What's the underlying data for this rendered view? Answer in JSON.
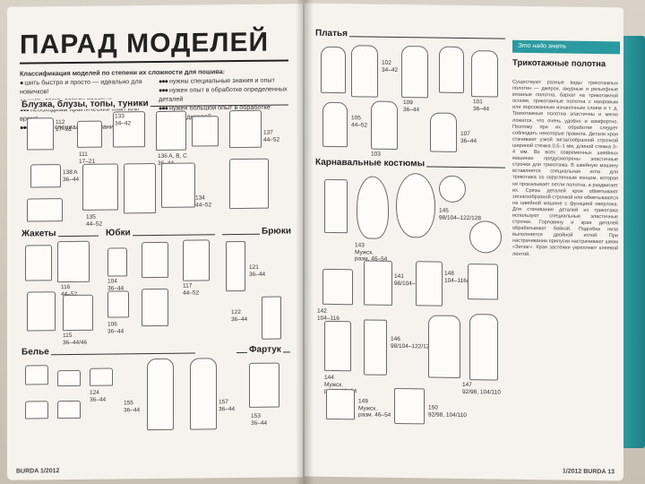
{
  "left_page": {
    "title": "ПАРАД МОДЕЛЕЙ",
    "legend": {
      "heading": "Классификация моделей по степени их сложности для пошива:",
      "items_left": [
        {
          "dots": "●",
          "text": "шить быстро и просто — идеально для новичков!"
        },
        {
          "dots": "●●",
          "text": "шить легко, детали простые"
        },
        {
          "dots": "●●●",
          "text": "необходимы практический опыт или время"
        },
        {
          "dots": "●●●●",
          "text": "нужны специальные знания"
        }
      ],
      "items_right": [
        {
          "dots": "●●●",
          "text": "нужны специальные знания и опыт"
        },
        {
          "dots": "●●●",
          "text": "нужен опыт в обработке определенных деталей"
        },
        {
          "dots": "●●●",
          "text": "нужен большой опыт в обработке сложных деталей"
        }
      ]
    },
    "sections": {
      "blouses": "Блузка, блузы, топы, туники",
      "jackets": "Жакеты",
      "skirts": "Юбки",
      "trousers": "Брюки",
      "lingerie": "Белье",
      "apron": "Фартук"
    },
    "labels": {
      "l1": "112\n17–21",
      "l2": "111\n17–21",
      "l3": "133\n34–42",
      "l4": "136 A, B, C\n36–44",
      "l5": "137\n44–52",
      "l6": "138 A\n36–44",
      "l7": "135\n44–52",
      "l8": "134\n44–52",
      "l9": "116\n44–52",
      "l10": "115\n36–44/46",
      "l11": "104\n36–44",
      "l12": "106\n36–44",
      "l13": "117\n44–52",
      "l14": "121\n36–44",
      "l15": "122\n36–44",
      "l16": "124\n36–44",
      "l17": "155\n36–44",
      "l18": "157\n36–44",
      "l19": "153\n36–44"
    },
    "footer": "BURDA 1/2012"
  },
  "right_page": {
    "sections": {
      "dresses": "Платья",
      "carnival": "Карнавальные костюмы"
    },
    "labels": {
      "r1": "102\n34–42",
      "r2": "105\n44–52",
      "r3": "103\n36–44",
      "r4": "109\n36–44",
      "r5": "101\n36–44",
      "r6": "107\n36–44",
      "r7": "143\nМужск.\nразм. 46–54",
      "r8": "145\n98/104–122/128",
      "r9": "141\n98/104–116/128",
      "r10": "148\n104–116/128",
      "r11": "142\n104–116",
      "r12": "144\nМужск.\nразм. 46–54",
      "r13": "146\n98/104–122/128",
      "r14": "147\n92/98, 104/110",
      "r15": "149\nМужск.\nразм. 46–54",
      "r16": "150\n92/98, 104/110"
    },
    "sidebar": {
      "banner": "Это надо знать",
      "heading": "Трикотажные полотна",
      "body": "Существуют разные виды трикотажных полотен — джерси, ажурные и рельефные вязаные полотна, бархат на трикотажной основе, трикотажные полотна с махровым или ворсованным изнаночным слоем и т. д. Трикотажные полотна эластичны и мягко ложатся, что очень удобно и комфортно. Поэтому при их обработке следует соблюдать некоторые правила. Детали кроя стачивают узкой зигзагообразной строчкой шириной стежка 0,5–1 мм, длиной стежка 3–4 мм. Во всех современных швейных машинах предусмотрены эластичные строчки для трикотажа. В швейную машину вставляется специальная игла для трикотажа со скругленным концом, которая не прокалывает петли полотна, а раздвигает их. Срезы деталей кроя обметывают зигзагообразной строчкой или обметываются на швейной машине с функцией оверлока. Для стачивания деталей из трикотажа используют специальные эластичные строчки. Горловину и края деталей обрабатывают бейкой. Подгибка низа выполняется двойной иглой. При настрачивании припуски настрачивают швом «Зигзаг». Края застежки укрепляют клеевой лентой."
    },
    "footer": "1/2012 BURDA 13"
  }
}
